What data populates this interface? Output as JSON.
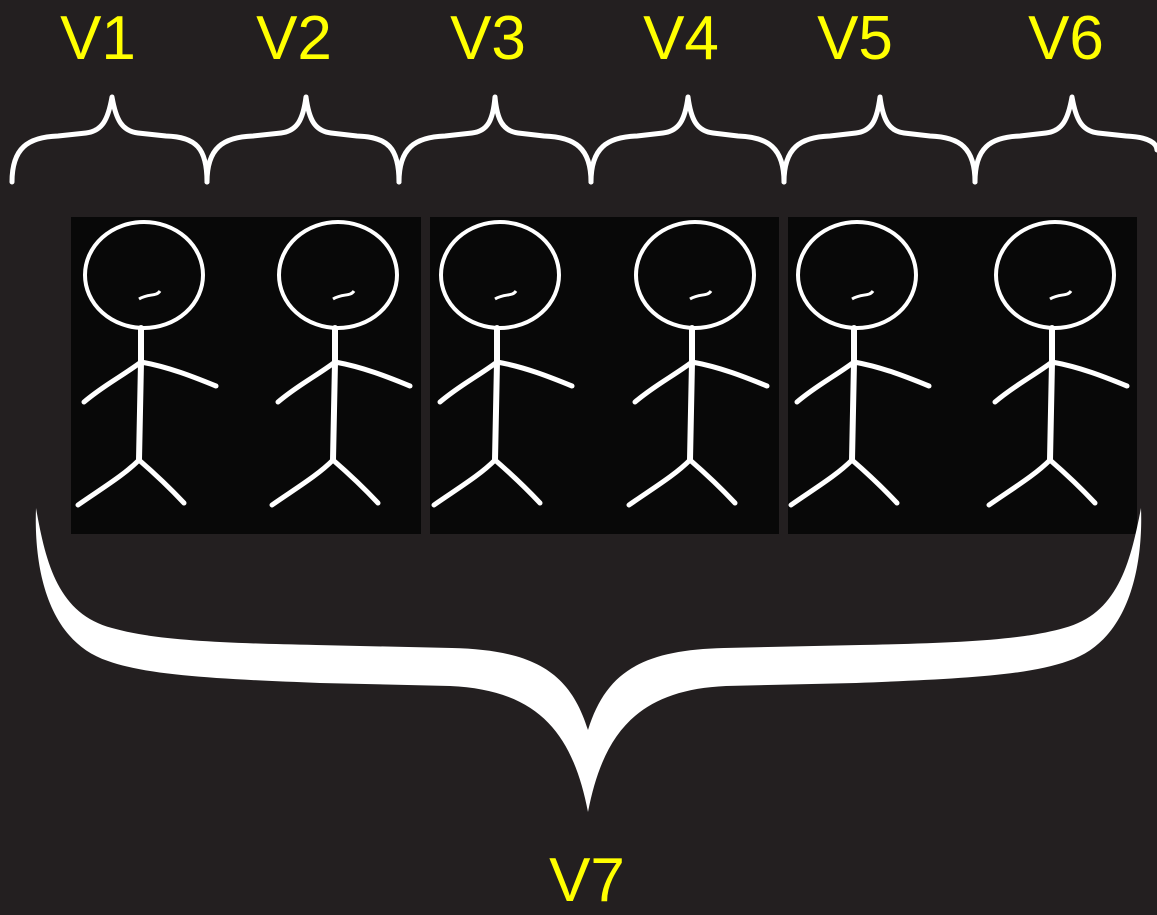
{
  "labels": {
    "v1": "V1",
    "v2": "V2",
    "v3": "V3",
    "v4": "V4",
    "v5": "V5",
    "v6": "V6",
    "v7": "V7"
  },
  "figures": {
    "panel_count": 3,
    "people_per_panel": 2
  },
  "colors": {
    "background": "#231f20",
    "panel": "#080808",
    "label": "#ffff00",
    "stroke": "#ffffff"
  }
}
